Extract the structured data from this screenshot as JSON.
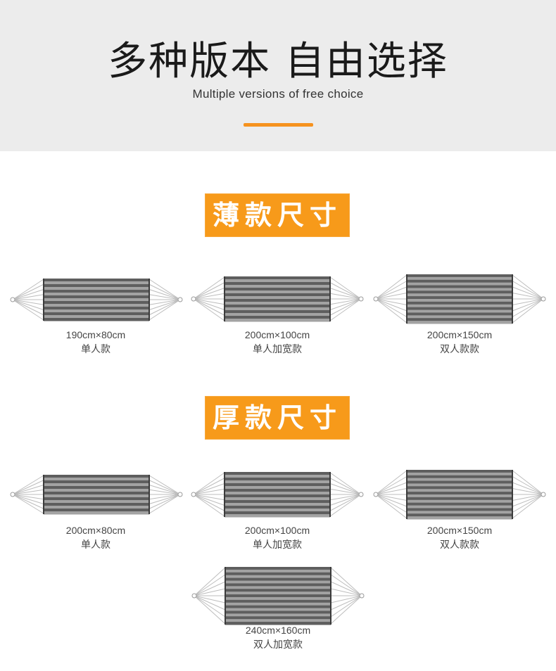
{
  "header": {
    "title": "多种版本 自由选择",
    "subtitle": "Multiple versions of free choice",
    "accent_color": "#f6921e"
  },
  "sections": [
    {
      "badge": "薄款尺寸",
      "items": [
        {
          "size": "190cm×80cm",
          "kind": "单人款"
        },
        {
          "size": "200cm×100cm",
          "kind": "单人加宽款"
        },
        {
          "size": "200cm×150cm",
          "kind": "双人款款"
        }
      ]
    },
    {
      "badge": "厚款尺寸",
      "items": [
        {
          "size": "200cm×80cm",
          "kind": "单人款"
        },
        {
          "size": "200cm×100cm",
          "kind": "单人加宽款"
        },
        {
          "size": "200cm×150cm",
          "kind": "双人款款"
        },
        {
          "size": "240cm×160cm",
          "kind": "双人加宽款"
        }
      ]
    }
  ],
  "colors": {
    "badge": "#f79a1a",
    "fabric_dark": "#5e5e5e",
    "fabric_light": "#a3a3a3",
    "rope": "#bdbdbd"
  }
}
